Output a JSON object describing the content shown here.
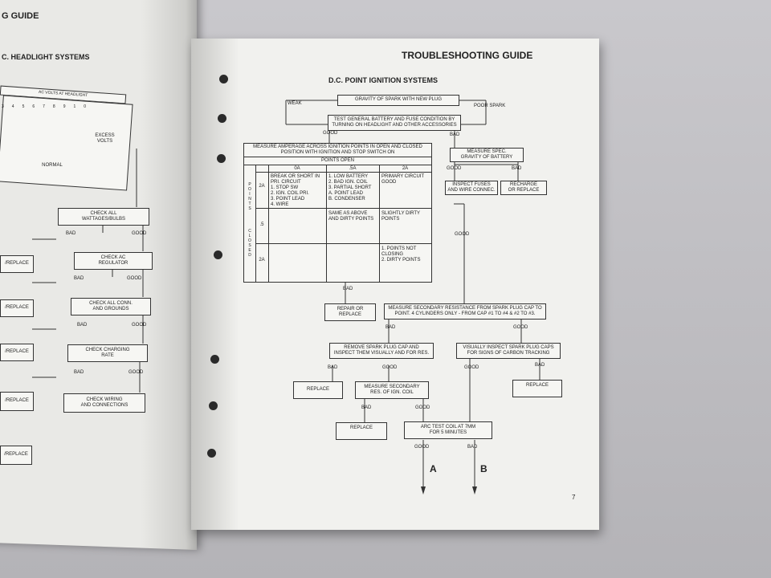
{
  "left_page": {
    "header_fragment": "G GUIDE",
    "section_fragment": "C. HEADLIGHT SYSTEMS",
    "column_header": "AC VOLTS AT HEADLIGHT",
    "scale": [
      "3",
      "4",
      "5",
      "6",
      "7",
      "8",
      "9",
      "10"
    ],
    "zone_labels": {
      "normal": "NORMAL",
      "excess": "EXCESS\nVOLTS"
    },
    "boxes": [
      "CHECK ALL\nWATTAGES/BULBS",
      "CHECK AC\nREGULATOR",
      "CHECK ALL CONN.\nAND GROUNDS",
      "CHECK CHARGING\nRATE",
      "CHECK WIRING\nAND CONNECTIONS"
    ],
    "replace_fragments": [
      "/REPLACE",
      "/REPLACE",
      "/REPLACE",
      "/REPLACE",
      "/REPLACE"
    ],
    "bad": "BAD",
    "good": "GOOD"
  },
  "right_page": {
    "title": "TROUBLESHOOTING GUIDE",
    "subtitle": "D.C. POINT IGNITION SYSTEMS",
    "page_number": "7",
    "gravity_box": "GRAVITY OF SPARK WITH NEW PLUG",
    "weak": "WEAK",
    "poor_spark": "POOR SPARK",
    "test_battery_box": "TEST GENERAL BATTERY AND FUSE CONDITION BY\nTURNING ON HEADLIGHT AND OTHER ACCESSORIES",
    "measure_amperage_header": "MEASURE AMPERAGE ACROSS IGNITION POINTS IN OPEN AND CLOSED\nPOSITION WITH IGNITION AND STOP SWITCH ON",
    "points_open": "POINTS OPEN",
    "col_headers": [
      "0A",
      ".5A",
      "2A"
    ],
    "side_open": "P\nO\nI\nN\nT\nS",
    "side_closed": "C\nL\nO\nS\nE\nD",
    "row_labels": [
      "2A",
      ".5",
      "2A"
    ],
    "cells": {
      "r1c1": "BREAK OR SHORT IN\nPRI. CIRCUIT\n1. STOP SW\n2. IGN. COIL PRI.\n3. POINT LEAD\n4. WIRE",
      "r1c2": "1. LOW BATTERY\n2. BAD IGN. COIL\n3. PARTIAL SHORT\nA. POINT LEAD\nB. CONDENSER",
      "r1c3": "PRIMARY CIRCUIT\nGOOD",
      "r2c2": "SAME AS ABOVE\nAND DIRTY POINTS",
      "r2c3": "SLIGHTLY DIRTY\nPOINTS",
      "r3c3": "1. POINTS NOT\nCLOSING\n2. DIRTY POINTS"
    },
    "measure_spec_box": "MEASURE SPEC.\nGRAVITY OF BATTERY",
    "inspect_fuses_box": "INSPECT FUSES\nAND WIRE CONNEC.",
    "recharge_box": "RECHARGE\nOR REPLACE",
    "repair_box": "REPAIR OR\nREPLACE",
    "measure_secondary_box": "MEASURE SECONDARY RESISTANCE FROM SPARK PLUG CAP TO\nPOINT. 4 CYLINDERS ONLY - FROM CAP #1 TO #4 & #2 TO #3.",
    "remove_cap_box": "REMOVE SPARK PLUG CAP AND\nINSPECT THEM VISUALLY AND FOR RES.",
    "visually_inspect_box": "VISUALLY INSPECT SPARK PLUG CAPS\nFOR SIGNS OF CARBON TRACKING",
    "replace": "REPLACE",
    "measure_res_coil_box": "MEASURE SECONDARY\nRES. OF IGN. COIL",
    "arc_test_box": "ARC TEST COIL AT 7MM\nFOR 5 MINUTES",
    "good": "GOOD",
    "bad": "BAD",
    "arrow_a": "A",
    "arrow_b": "B"
  }
}
